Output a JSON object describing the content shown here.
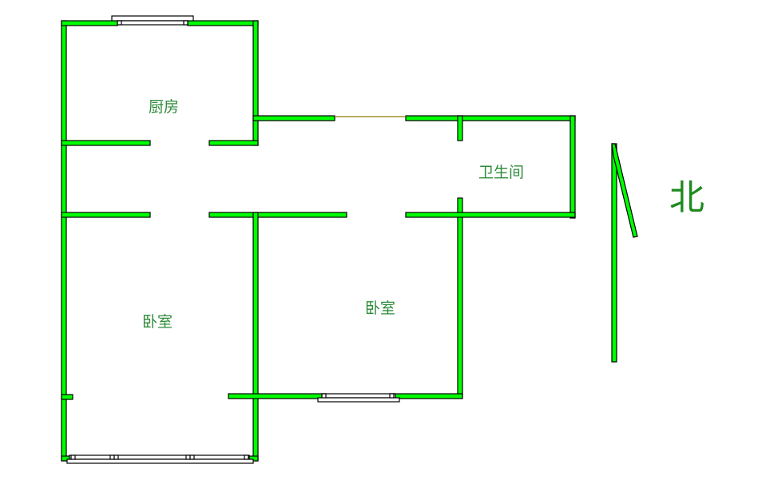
{
  "floorplan": {
    "rooms": [
      {
        "id": "kitchen",
        "label": "厨房"
      },
      {
        "id": "bathroom",
        "label": "卫生间"
      },
      {
        "id": "bedroom_left",
        "label": "卧室"
      },
      {
        "id": "bedroom_center",
        "label": "卧室"
      }
    ],
    "compass": {
      "label": "北"
    },
    "colors": {
      "wall": "#00ff00",
      "wall_outline": "#000000",
      "label": "#2e8b3a",
      "opening_line": "#8b7d00",
      "background": "#ffffff"
    }
  }
}
